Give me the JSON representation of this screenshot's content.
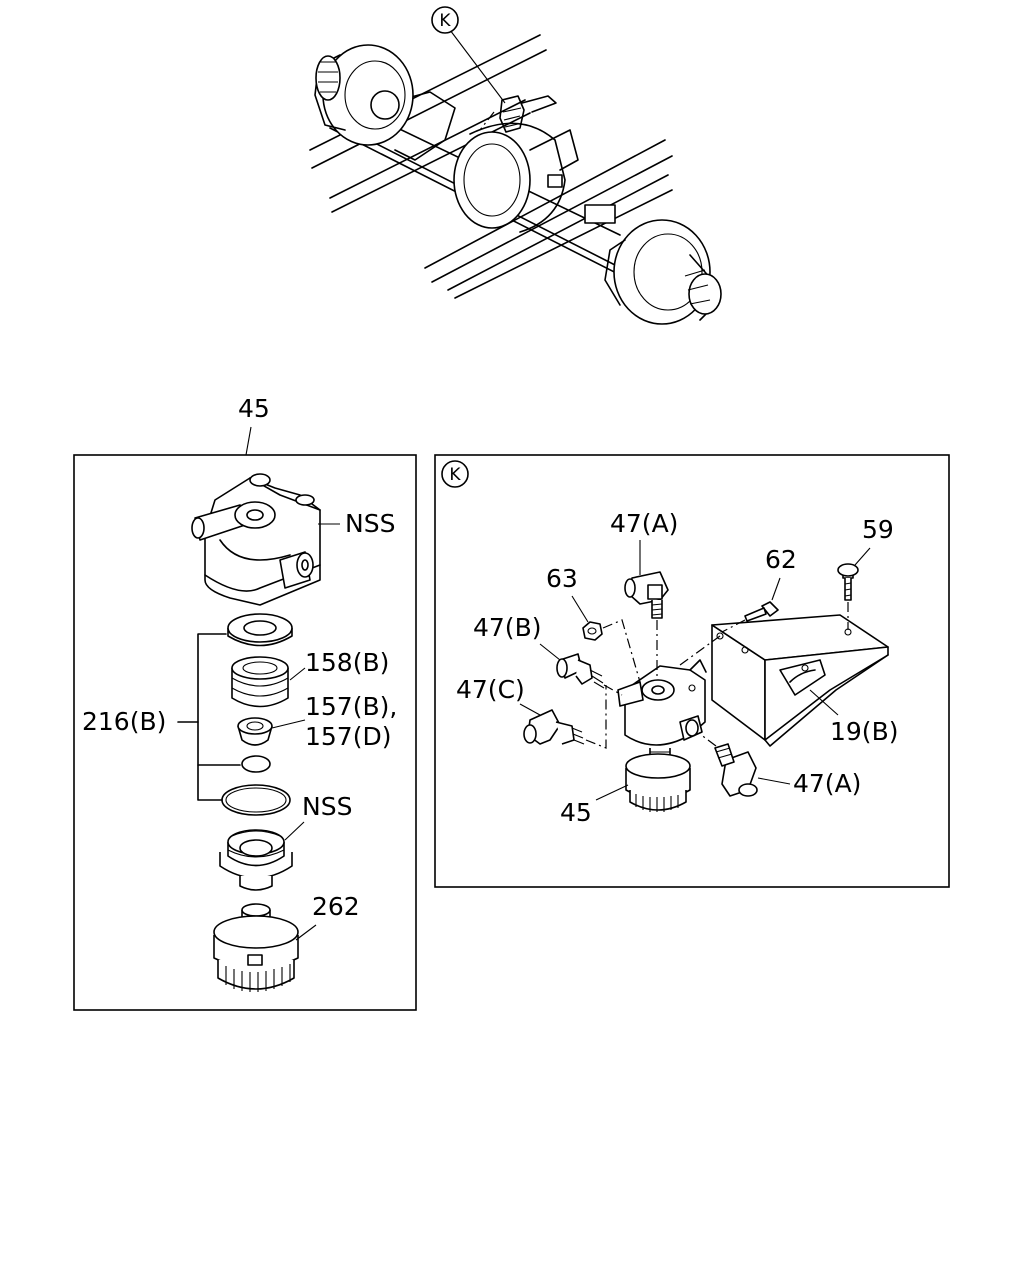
{
  "callout_marker": "K",
  "detail_left": {
    "assembly_label": "45",
    "housing_label": "NSS",
    "kit_label": "216(B)",
    "seal_label": "158(B)",
    "washer_label_1": "157(B),",
    "washer_label_2": "157(D)",
    "element_label": "NSS",
    "bowl_label": "262"
  },
  "detail_k": {
    "marker": "K",
    "fitting_top_label": "47(A)",
    "bolt_59_label": "59",
    "bolt_62_label": "62",
    "nut_label": "63",
    "fitting_b_label": "47(B)",
    "fitting_c_label": "47(C)",
    "bracket_label": "19(B)",
    "fitting_right_label": "47(A)",
    "filter_label": "45"
  }
}
